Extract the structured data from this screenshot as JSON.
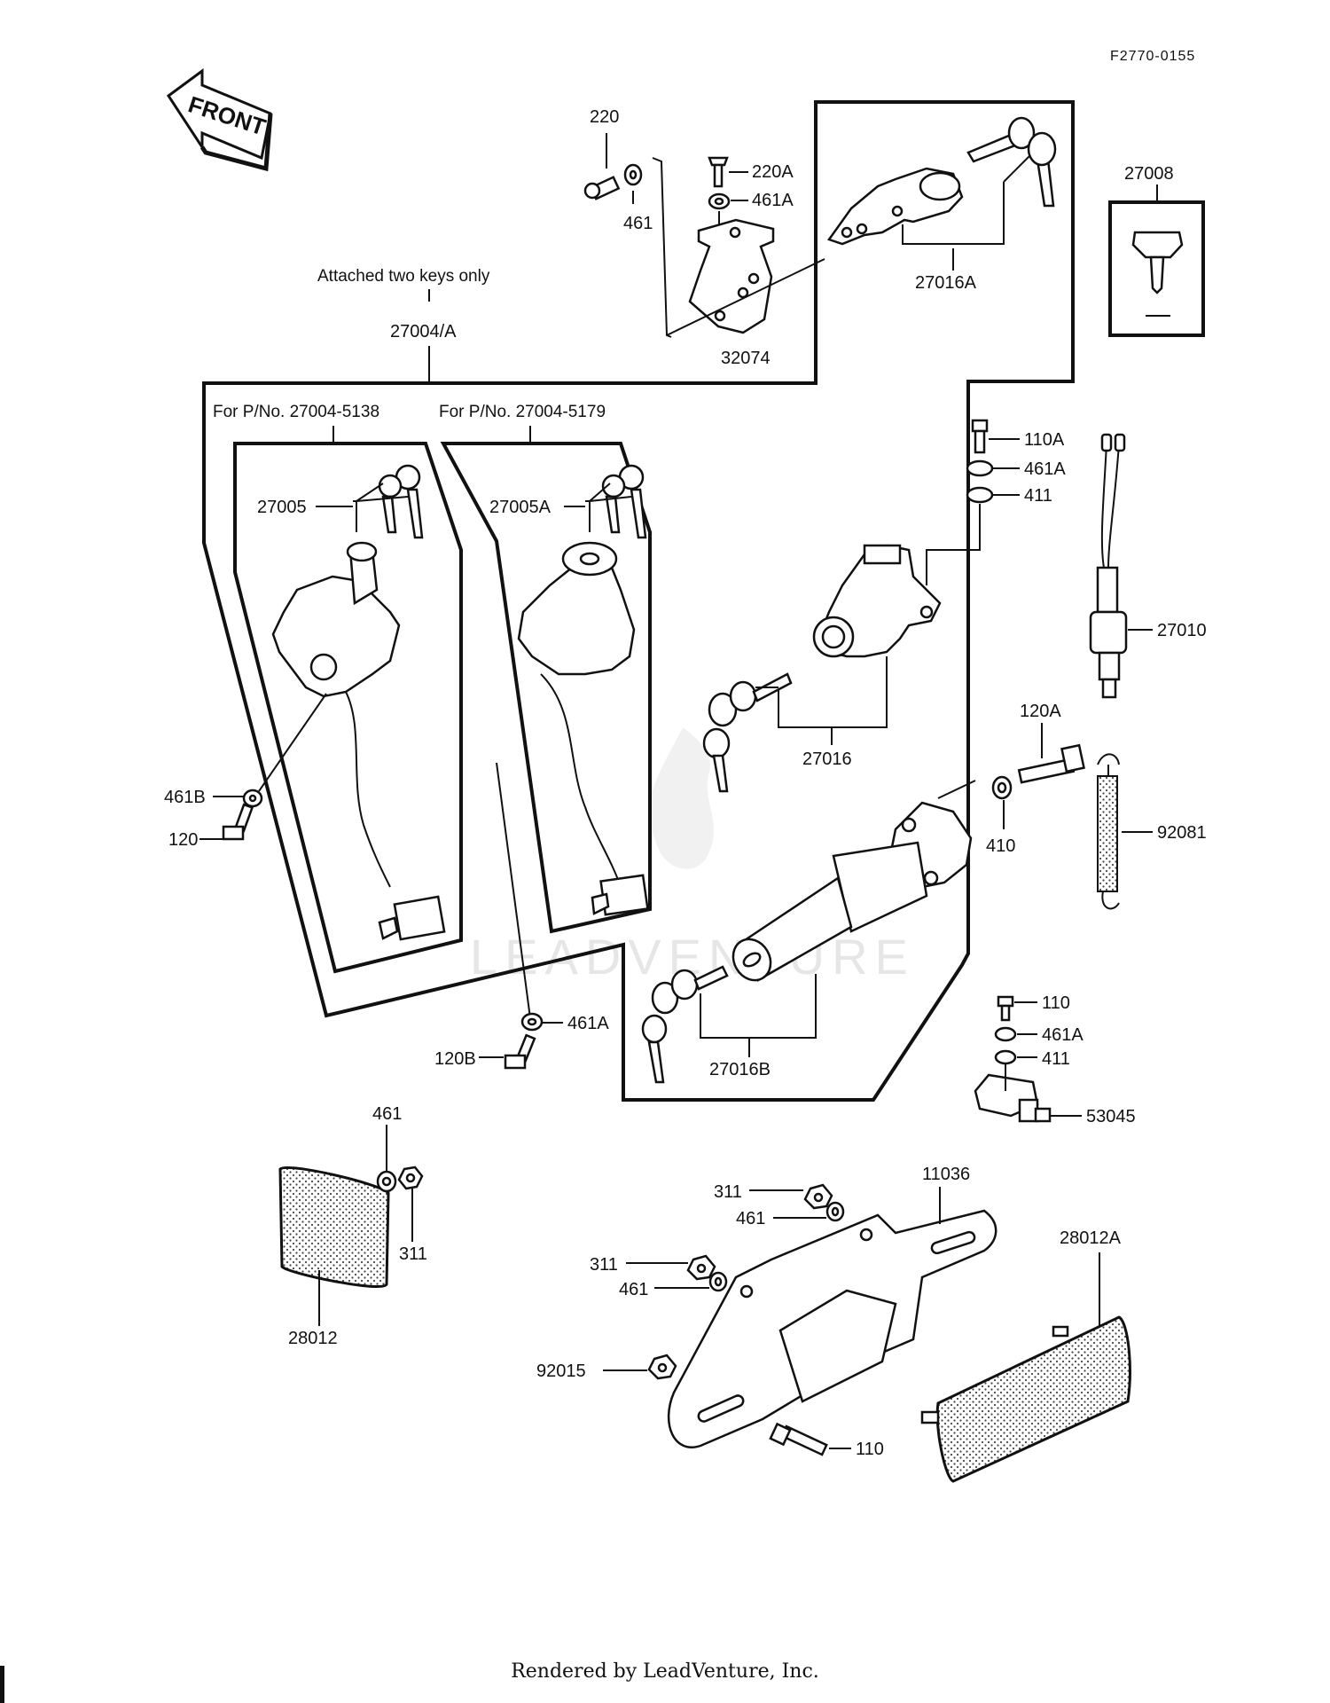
{
  "figure_code": "F2770-0155",
  "front_label": "FRONT",
  "notes": {
    "attached_keys": "Attached two keys only",
    "pn_5138": "For P/No. 27004-5138",
    "pn_5179": "For P/No. 27004-5179"
  },
  "watermark": "LEADVENTURE",
  "footer": "Rendered by LeadVenture, Inc.",
  "labels": {
    "p220": "220",
    "p461_top": "461",
    "p220A": "220A",
    "p461A_top": "461A",
    "p32074": "32074",
    "p27016A": "27016A",
    "p27008": "27008",
    "p27004A": "27004/A",
    "p27005": "27005",
    "p27005A": "27005A",
    "p110A": "110A",
    "p461A_mid": "461A",
    "p411_mid": "411",
    "p27010": "27010",
    "p27016": "27016",
    "p120A": "120A",
    "p410": "410",
    "p92081": "92081",
    "p461B": "461B",
    "p120": "120",
    "p461A_low": "461A",
    "p120B": "120B",
    "p27016B": "27016B",
    "p110_top": "110",
    "p461A_right": "461A",
    "p411_right": "411",
    "p53045": "53045",
    "p461_left": "461",
    "p311_left": "311",
    "p28012": "28012",
    "p11036": "11036",
    "p311_a": "311",
    "p461_a": "461",
    "p311_b": "311",
    "p461_b": "461",
    "p92015": "92015",
    "p110_bottom": "110",
    "p28012A": "28012A"
  }
}
